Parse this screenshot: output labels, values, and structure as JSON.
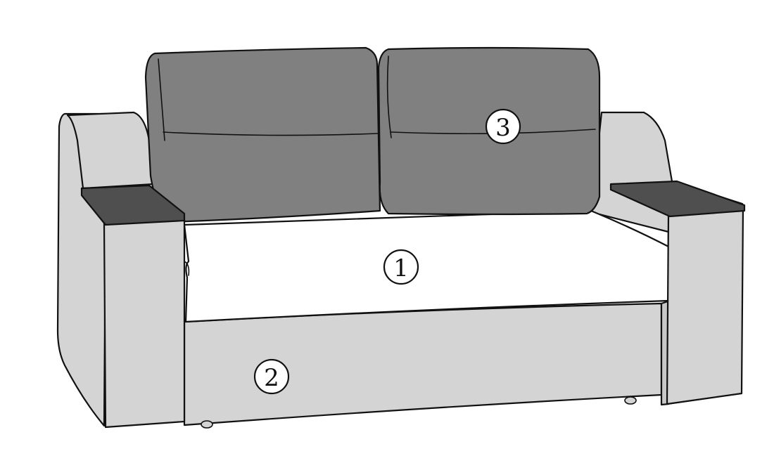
{
  "diagram": {
    "markers": [
      {
        "id": "seat",
        "label": "1"
      },
      {
        "id": "base",
        "label": "2"
      },
      {
        "id": "back",
        "label": "3"
      }
    ]
  },
  "colors": {
    "background": "#ffffff",
    "frame": "#d4d4d4",
    "seat": "#ffffff",
    "back_cushion": "#808080",
    "armrest_top": "#4f4f4f",
    "outline": "#111111"
  }
}
